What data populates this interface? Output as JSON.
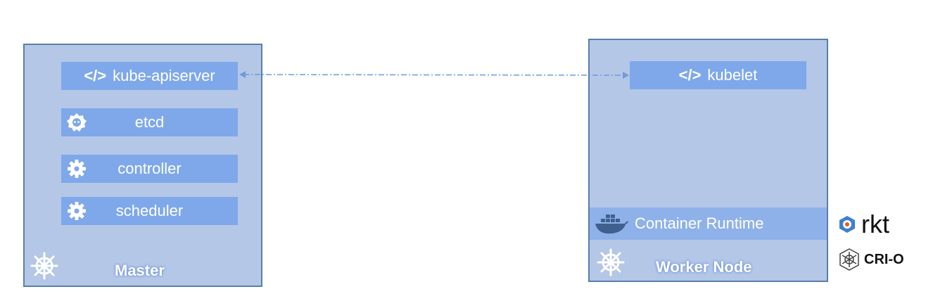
{
  "master": {
    "label": "Master",
    "components": {
      "apiserver": {
        "tag": "</>",
        "label": "kube-apiserver"
      },
      "etcd": {
        "label": "etcd"
      },
      "controller": {
        "label": "controller"
      },
      "scheduler": {
        "label": "scheduler"
      }
    }
  },
  "worker": {
    "label": "Worker Node",
    "kubelet": {
      "tag": "</>",
      "label": "kubelet"
    },
    "runtime": {
      "label": "Container Runtime"
    }
  },
  "runtimes": {
    "rkt": "rkt",
    "crio": "CRI-O"
  },
  "colors": {
    "node_fill": "#b4c7e7",
    "node_border": "#5a7faa",
    "component_fill": "#7ea8ea",
    "link_line": "#6f9bd6"
  },
  "icons": {
    "helm": "kubernetes-helm-icon",
    "gear": "gear-icon",
    "etcd": "etcd-icon",
    "docker": "docker-whale-icon",
    "rkt": "rkt-icon",
    "crio": "crio-icon"
  }
}
